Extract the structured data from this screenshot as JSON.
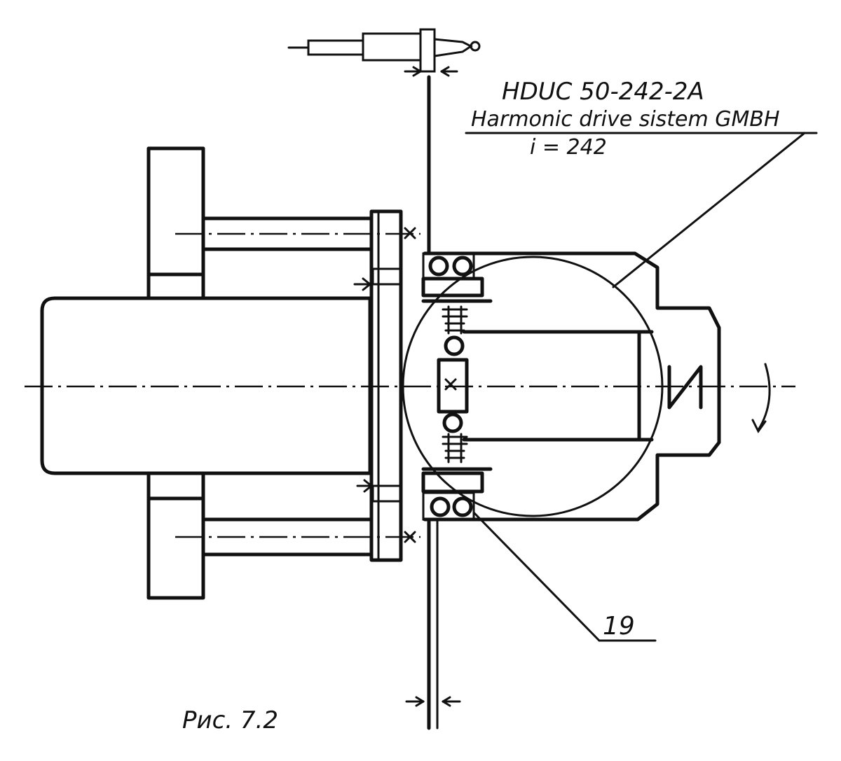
{
  "labels": {
    "model": "HDUC 50-242-2A",
    "maker": "Harmonic drive sistem GMBH",
    "ratio": "i = 242",
    "callout": "19",
    "symbol": "И",
    "caption": "Рис. 7.2"
  }
}
